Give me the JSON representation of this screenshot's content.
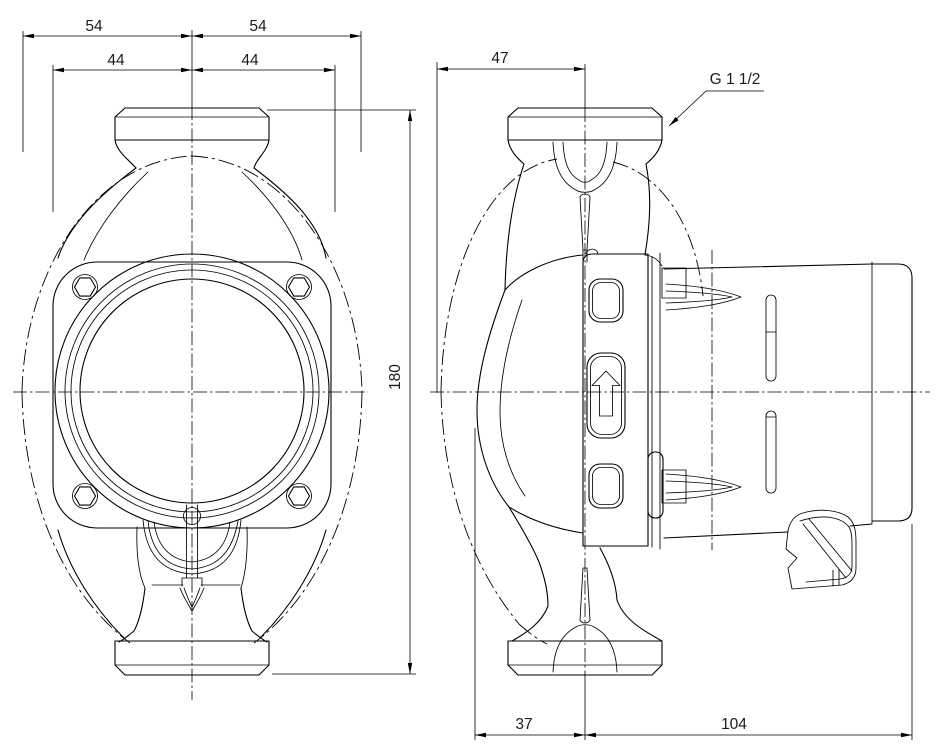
{
  "colors": {
    "background": "#ffffff",
    "line": "#000000",
    "text": "#1b1b1b"
  },
  "front_view": {
    "description": "circulator pump front view",
    "dim_top_outer_left": "54",
    "dim_top_outer_right": "54",
    "dim_top_inner_left": "44",
    "dim_top_inner_right": "44",
    "dim_overall_height": "180"
  },
  "side_view": {
    "description": "circulator pump side view",
    "dim_top_depth": "47",
    "thread_label": "G 1 1/2",
    "dim_bottom_front": "37",
    "dim_bottom_rear": "104"
  }
}
